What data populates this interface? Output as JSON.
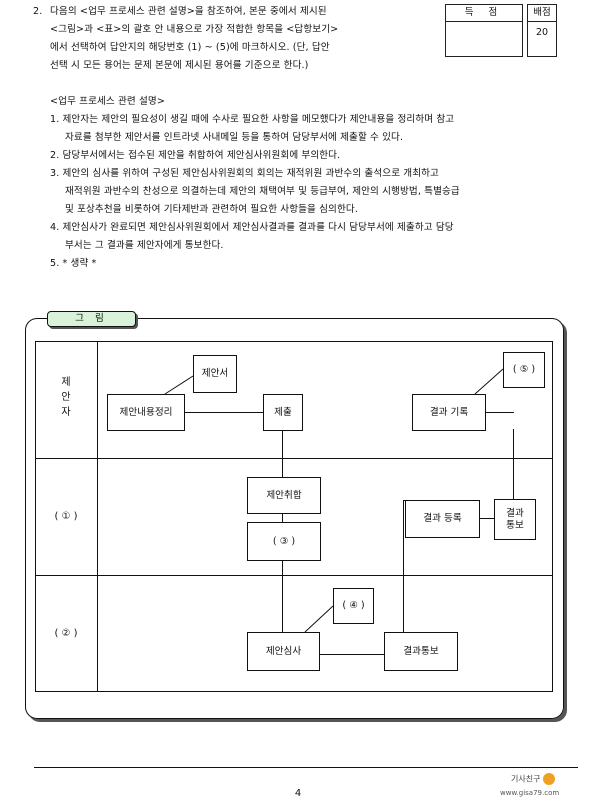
{
  "question": {
    "number": "2.",
    "lines": [
      "다음의 <업무 프로세스 관련 설명>을 참조하여, 본문 중에서 제시된",
      "<그림>과 <표>의 괄호 안 내용으로 가장 적합한 항목을 <답항보기>",
      "에서 선택하여 답안지의 해당번호 (1) ~ (5)에 마크하시오. (단, 답안",
      "선택 시 모든 용어는 문제 본문에 제시된 용어를 기준으로 한다.)"
    ]
  },
  "score_table": {
    "label": "득 점",
    "allot_label": "배점",
    "allot_value": "20"
  },
  "desc": {
    "title": "<업무 프로세스 관련 설명>",
    "items": [
      "1. 제안자는 제안의 필요성이 생길 때에 수사로 필요한 사항을 메모했다가 제안내용을 정리하며 참고",
      "자료를 첨부한 제안서를 인트라넷 사내메일 등을 통하여 담당부서에 제출할 수 있다.",
      "2. 담당부서에서는 접수된 제안을 취합하여 제안심사위원회에 부의한다.",
      "3. 제안의 심사를 위하여 구성된 제안심사위원회의 회의는 재적위원 과반수의 출석으로 개최하고",
      "재적위원 과반수의 찬성으로 의결하는데 제안의 채택여부 및 등급부여, 제안의 시행방법, 특별승급",
      "및 포상추천을 비롯하여 기타제반과 관련하여 필요한 사항들을 심의한다.",
      "4. 제안심사가 완료되면 제안심사위원회에서 제안심사결과를 결과를 다시 담당부서에 제출하고 담당",
      "부서는 그 결과를 제안자에게 통보한다.",
      "5. * 생략 *"
    ]
  },
  "figure": {
    "tab_label": "그 림",
    "rows": [
      "제\n안\n자",
      "( ① )",
      "( ② )"
    ],
    "boxes": {
      "proposal_doc": "제안서",
      "organize": "제안내용정리",
      "submit": "제출",
      "q5": "( ⑤ )",
      "record": "결과 기록",
      "collect": "제안취합",
      "q3": "( ③ )",
      "register": "결과 등록",
      "notify_a": "결과\n통보",
      "q4": "( ④ )",
      "review": "제안심사",
      "notify_b": "결과통보"
    }
  },
  "footer": {
    "page": "4",
    "url": "www.gisa79.com",
    "logo": "기사친구"
  }
}
